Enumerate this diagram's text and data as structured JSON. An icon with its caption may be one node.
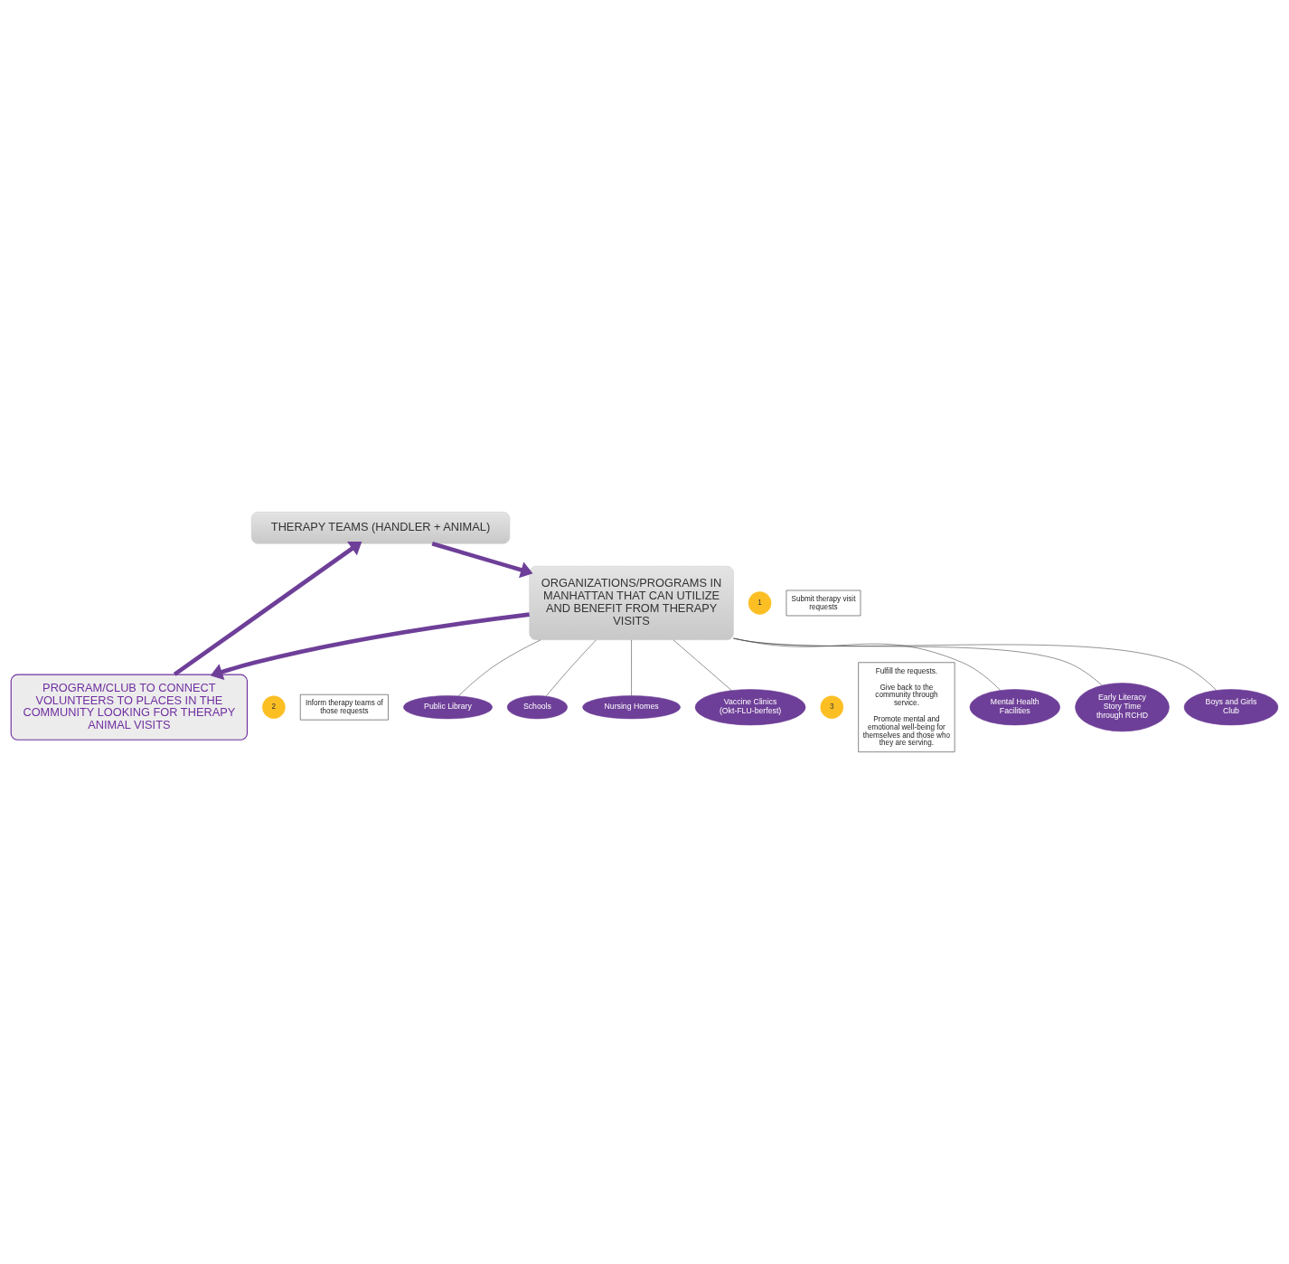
{
  "diagram": {
    "nodes": [
      {
        "text": [
          "THERAPY TEAMS (HANDLER + ANIMAL)"
        ]
      },
      {
        "text": [
          "PROGRAM/CLUB TO CONNECT VOLUNTEERS TO PLACES IN THE COMMUNITY LOOKING FOR THERAPY ANIMAL VISITS"
        ]
      },
      {
        "text": [
          "ORGANIZATIONS/PROGRAMS IN MANHATTAN THAT CAN UTILIZE AND BENEFIT FROM THERAPY VISITS"
        ]
      },
      {
        "text": [
          "1"
        ]
      },
      {
        "text": [
          "Submit therapy visit requests"
        ]
      },
      {
        "text": [
          "2"
        ]
      },
      {
        "text": [
          "Inform therapy teams of those requests"
        ]
      },
      {
        "text": [
          "3"
        ]
      },
      {
        "text": [
          "Fulfill the requests.",
          "Give back to the community through service.",
          "Promote mental and emotional well-being for themselves and those who they are serving."
        ]
      },
      {
        "text": [
          "Nursing Homes"
        ]
      },
      {
        "text": [
          "Vaccine Clinics (Okt-FLU-berfest)"
        ]
      },
      {
        "text": [
          "Mental Health Facilities"
        ]
      },
      {
        "text": [
          "Early Literacy Story Time through RCHD"
        ]
      },
      {
        "text": [
          "Boys and Girls Club"
        ]
      },
      {
        "text": [
          "Public Library"
        ]
      },
      {
        "text": [
          "Schools"
        ]
      }
    ],
    "edges": [
      {
        "from": 2,
        "to": 1,
        "arrow": "to",
        "style": "thick"
      },
      {
        "from": 1,
        "to": 0,
        "arrow": "to",
        "style": "thick"
      },
      {
        "from": 0,
        "to": 2,
        "arrow": "to",
        "style": "thick"
      },
      {
        "from": 2,
        "to": 9,
        "arrow": "none"
      },
      {
        "from": 2,
        "to": 10,
        "arrow": "none"
      },
      {
        "from": 2,
        "to": 11,
        "arrow": "none"
      },
      {
        "from": 2,
        "to": 12,
        "arrow": "none"
      },
      {
        "from": 2,
        "to": 13,
        "arrow": "none"
      },
      {
        "from": 2,
        "to": 14,
        "arrow": "none"
      },
      {
        "from": 2,
        "to": 15,
        "arrow": "none"
      }
    ]
  }
}
